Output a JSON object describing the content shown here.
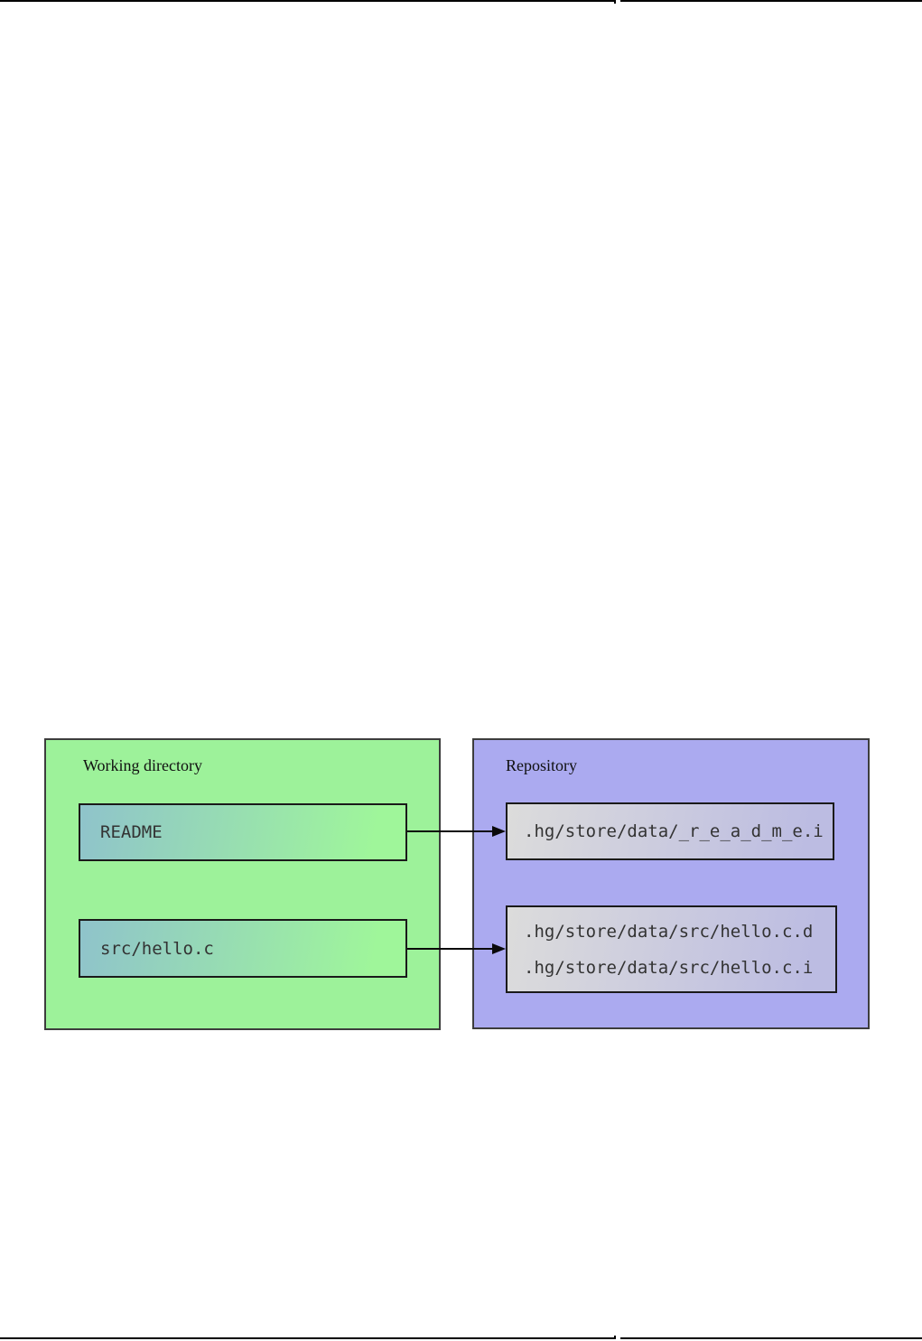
{
  "figure": {
    "working_directory": {
      "label": "Working directory",
      "files": [
        "README",
        "src/hello.c"
      ]
    },
    "repository": {
      "label": "Repository",
      "entries": [
        {
          "lines": [
            ".hg/store/data/_r_e_a_d_m_e.i"
          ]
        },
        {
          "lines": [
            ".hg/store/data/src/hello.c.d",
            ".hg/store/data/src/hello.c.i"
          ]
        }
      ]
    },
    "colors": {
      "working_directory_fill": "#9df29a",
      "repository_fill": "#abaaf0",
      "file_gradient_start": "#8fc3cb",
      "file_gradient_end": "#9ff69a",
      "entry_gradient_start": "#dcdcdb",
      "entry_gradient_end": "#bcbce2",
      "outer_border": "#3d3d3d",
      "inner_border": "#1a1a1a",
      "arrow": "#0a0a0a",
      "page_rule": "#000000"
    }
  }
}
